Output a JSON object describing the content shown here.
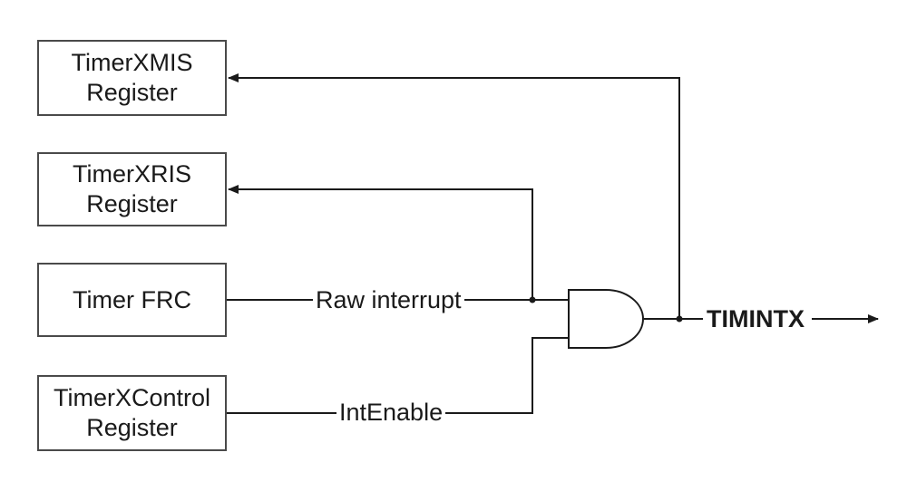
{
  "blocks": {
    "mis": {
      "line1": "TimerXMIS",
      "line2": "Register"
    },
    "ris": {
      "line1": "TimerXRIS",
      "line2": "Register"
    },
    "frc": {
      "line1": "Timer FRC"
    },
    "control": {
      "line1": "TimerXControl",
      "line2": "Register"
    }
  },
  "signals": {
    "raw_interrupt": "Raw interrupt",
    "int_enable": "IntEnable",
    "output": "TIMINTX"
  },
  "colors": {
    "line": "#1a1a1a",
    "border": "#4a4a4a"
  }
}
